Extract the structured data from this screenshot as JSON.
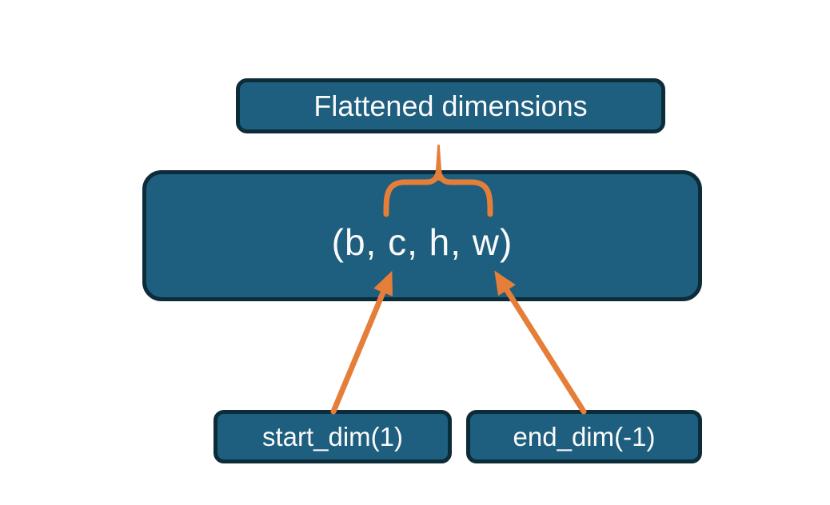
{
  "colors": {
    "node_fill": "#1E5E7E",
    "node_border": "#0D2C3A",
    "connector": "#E57E38",
    "text": "#FAFAFA",
    "background": "#FFFFFF"
  },
  "nodes": {
    "flattened": {
      "label": "Flattened dimensions"
    },
    "tensor_shape": {
      "label": "(b, c, h, w)"
    },
    "start_dim": {
      "label": "start_dim(1)"
    },
    "end_dim": {
      "label": "end_dim(-1)"
    }
  },
  "connectors": {
    "brace": {
      "type": "curly-brace",
      "color": "#E57E38",
      "from": "flattened",
      "to": "tensor_shape",
      "covers_dims": "c, h, w"
    },
    "start_dim_arrow": {
      "type": "arrow",
      "color": "#E57E38",
      "from": "start_dim",
      "points_to_dim": "c"
    },
    "end_dim_arrow": {
      "type": "arrow",
      "color": "#E57E38",
      "from": "end_dim",
      "points_to_dim": "w"
    }
  }
}
